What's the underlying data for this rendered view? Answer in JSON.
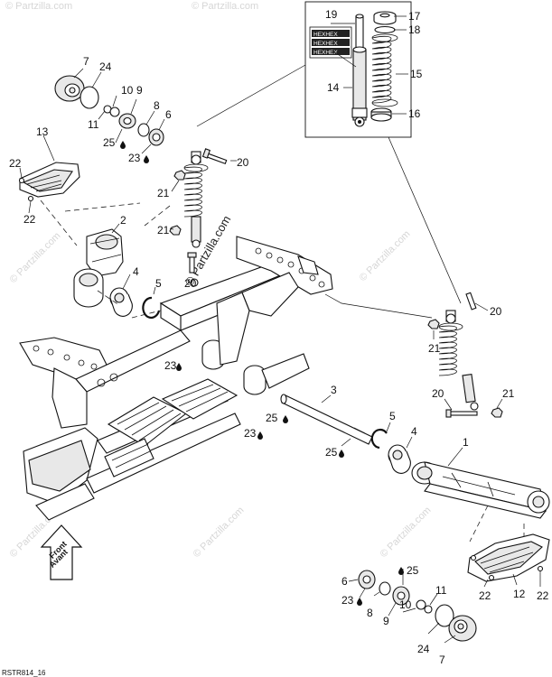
{
  "watermark": {
    "text": "© Partzilla.com"
  },
  "inset": {
    "decal_line1": "HEXHEX",
    "decal_line2": "HEXHEX",
    "decal_line3": "HEXHEX"
  },
  "front_arrow": {
    "line1": "Front",
    "line2": "Avant"
  },
  "reference_code": "RSTR814_16",
  "callouts": {
    "c19": "19",
    "c17": "17",
    "c18": "18",
    "c15": "15",
    "c14": "14",
    "c16": "16",
    "c7a": "7",
    "c24a": "24",
    "c10a": "10",
    "c9a": "9",
    "c11a": "11",
    "c8a": "8",
    "c6a": "6",
    "c25a": "25",
    "c23a": "23",
    "c13": "13",
    "c22a": "22",
    "c22b": "22",
    "c20a": "20",
    "c21a": "21",
    "c21b": "21",
    "c20b": "20",
    "c2": "2",
    "c4a": "4",
    "c5a": "5",
    "c23b": "23",
    "c23c": "23",
    "c25b": "25",
    "c3": "3",
    "c5b": "5",
    "c4b": "4",
    "c25c": "25",
    "c1": "1",
    "c20c": "20",
    "c21c": "21",
    "c20d": "20",
    "c21d": "21",
    "c6b": "6",
    "c25d": "25",
    "c23d": "23",
    "c8b": "8",
    "c9b": "9",
    "c11b": "11",
    "c10b": "10",
    "c24b": "24",
    "c7b": "7",
    "c22c": "22",
    "c12": "12",
    "c22d": "22"
  }
}
